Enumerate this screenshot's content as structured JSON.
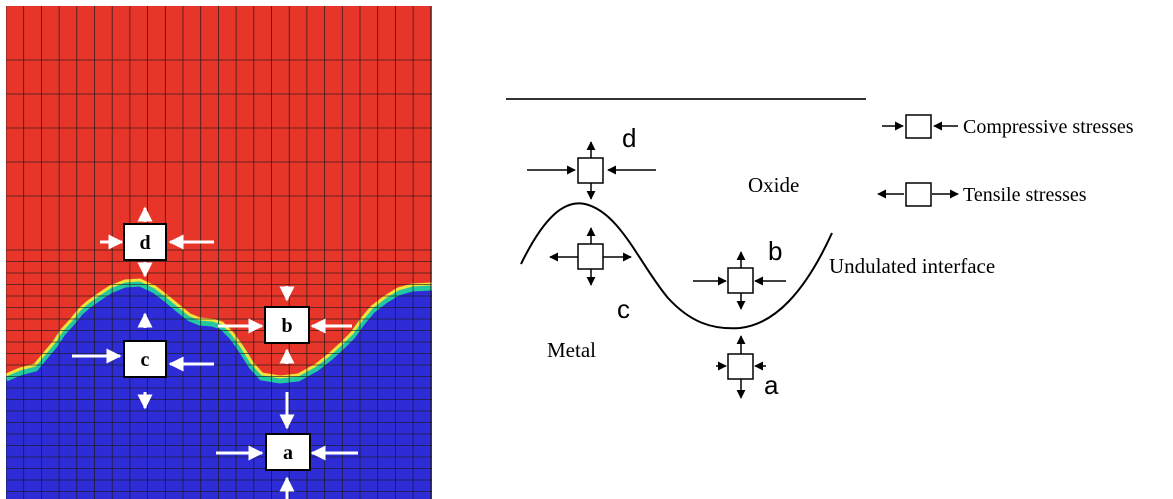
{
  "left_panel": {
    "colors": {
      "oxide": "#e8352a",
      "metal": "#2e2cd6",
      "grid": "#1a1a1a",
      "arrow": "#ffffff",
      "box_border": "#000000"
    },
    "labels": {
      "d": "d",
      "b": "b",
      "c": "c",
      "a": "a"
    }
  },
  "right_panel": {
    "oxide_label": "Oxide",
    "metal_label": "Metal",
    "interface_label": "Undulated interface",
    "point_labels": {
      "d": "d",
      "b": "b",
      "c": "c",
      "a": "a"
    },
    "legend": [
      {
        "icon": "compressive-arrows-icon",
        "label": "Compressive stresses"
      },
      {
        "icon": "tensile-arrows-icon",
        "label": "Tensile stresses"
      }
    ]
  }
}
